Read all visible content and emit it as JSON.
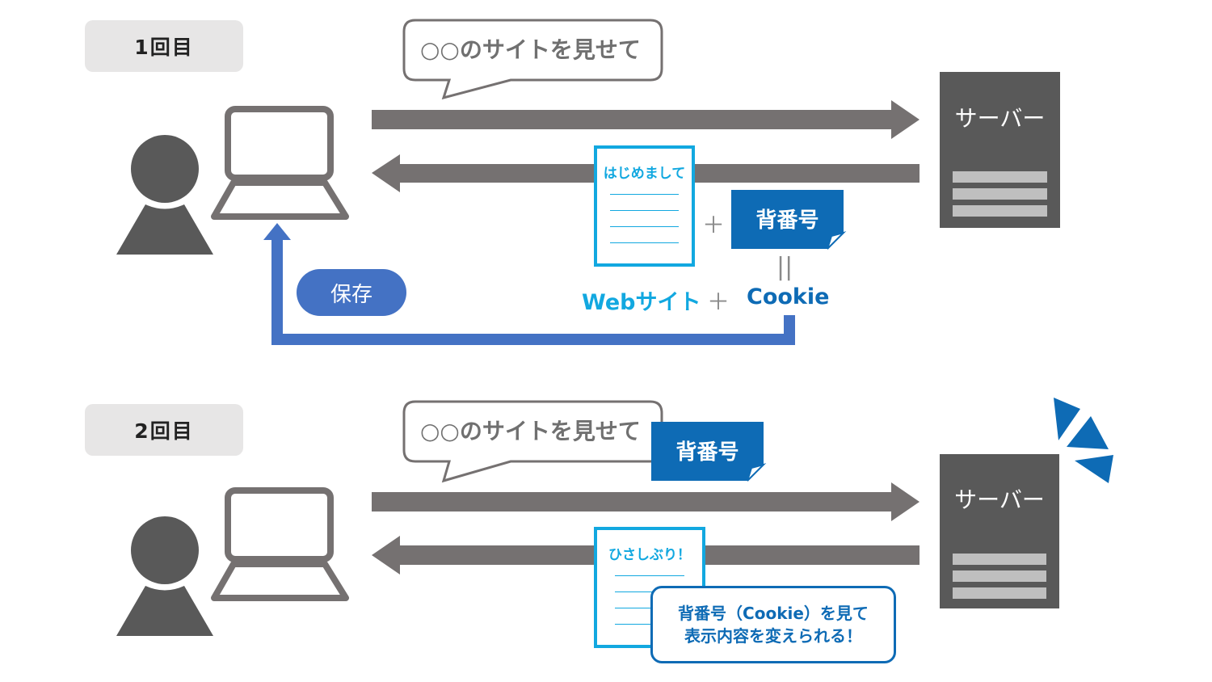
{
  "colors": {
    "arrow_gray": "#757171",
    "person_gray": "#595959",
    "server_dark": "#595959",
    "server_bar": "#bfbfbf",
    "accent_blue": "#0e6bb5",
    "save_blue": "#4472c4",
    "site_cyan": "#12a8e0"
  },
  "first_visit": {
    "step_label": "1回目",
    "request_bubble": "○○のサイトを見せて",
    "server_label": "サーバー",
    "response_doc_title": "はじめまして",
    "id_badge": "背番号",
    "save_label": "保存",
    "website_label": "Webサイト",
    "plus": "＋",
    "equals": "||",
    "cookie_label": "Cookie",
    "icons": [
      "person-icon",
      "laptop-icon",
      "server-icon",
      "document-icon"
    ]
  },
  "second_visit": {
    "step_label": "2回目",
    "request_bubble": "○○のサイトを見せて",
    "id_badge": "背番号",
    "server_label": "サーバー",
    "response_doc_title": "ひさしぶり！",
    "note_line1": "背番号（Cookie）を見て",
    "note_line2": "表示内容を変えられる！",
    "icons": [
      "person-icon",
      "laptop-icon",
      "server-icon",
      "document-icon",
      "recognition-spark-icon"
    ]
  }
}
